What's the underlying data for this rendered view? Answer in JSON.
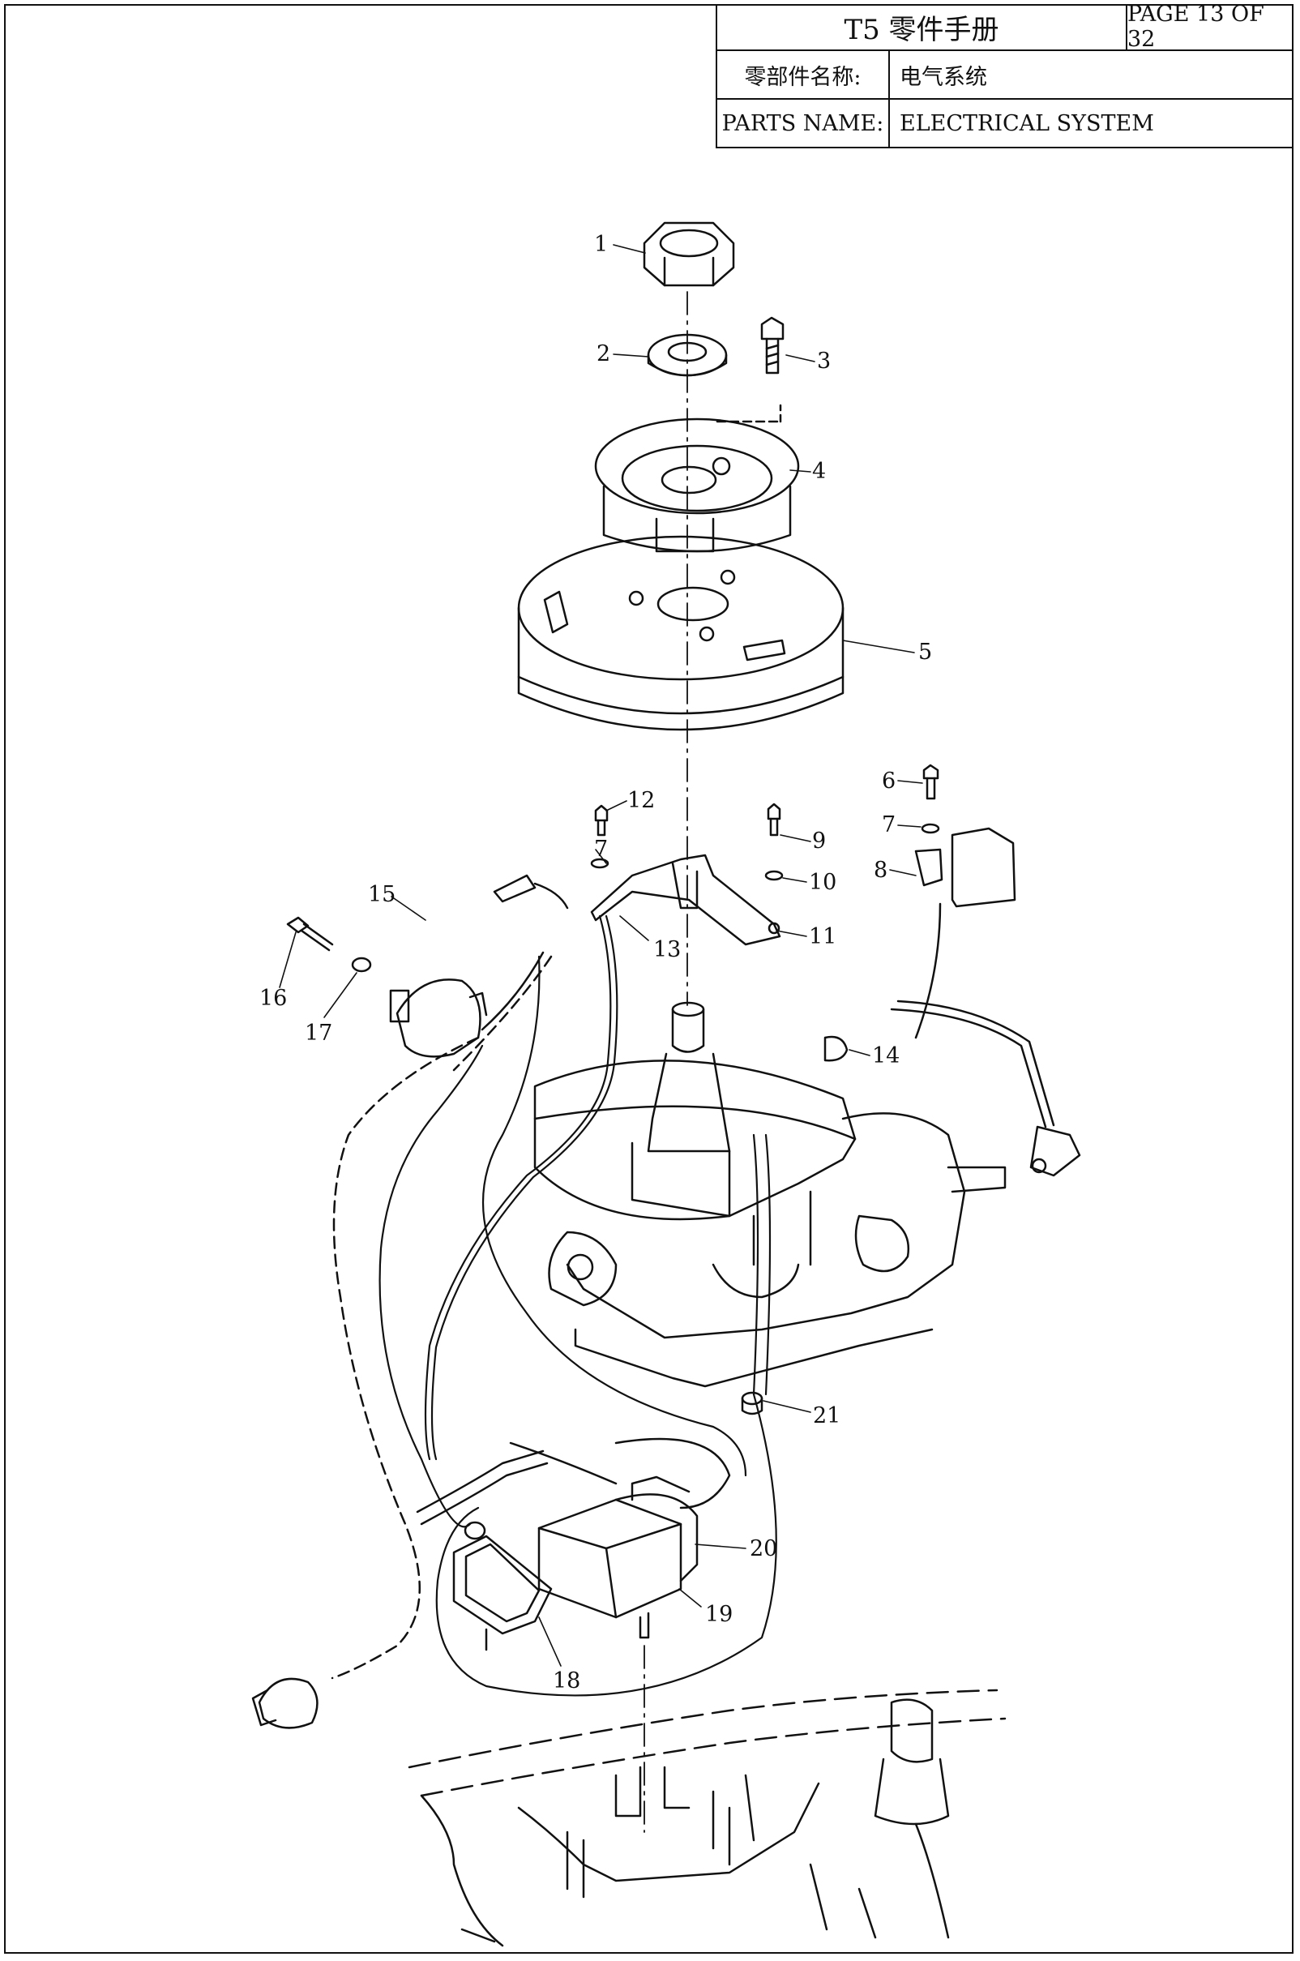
{
  "header": {
    "manual_title": "T5 零件手册",
    "page": "PAGE 13 OF 32",
    "name_label_cn": "零部件名称:",
    "name_value_cn": "电气系统",
    "name_label_en": "PARTS NAME:",
    "name_value_en": "ELECTRICAL SYSTEM"
  },
  "callouts": [
    "1",
    "2",
    "3",
    "4",
    "5",
    "6",
    "7",
    "7",
    "8",
    "9",
    "10",
    "11",
    "12",
    "13",
    "14",
    "15",
    "16",
    "17",
    "18",
    "19",
    "20",
    "21"
  ]
}
